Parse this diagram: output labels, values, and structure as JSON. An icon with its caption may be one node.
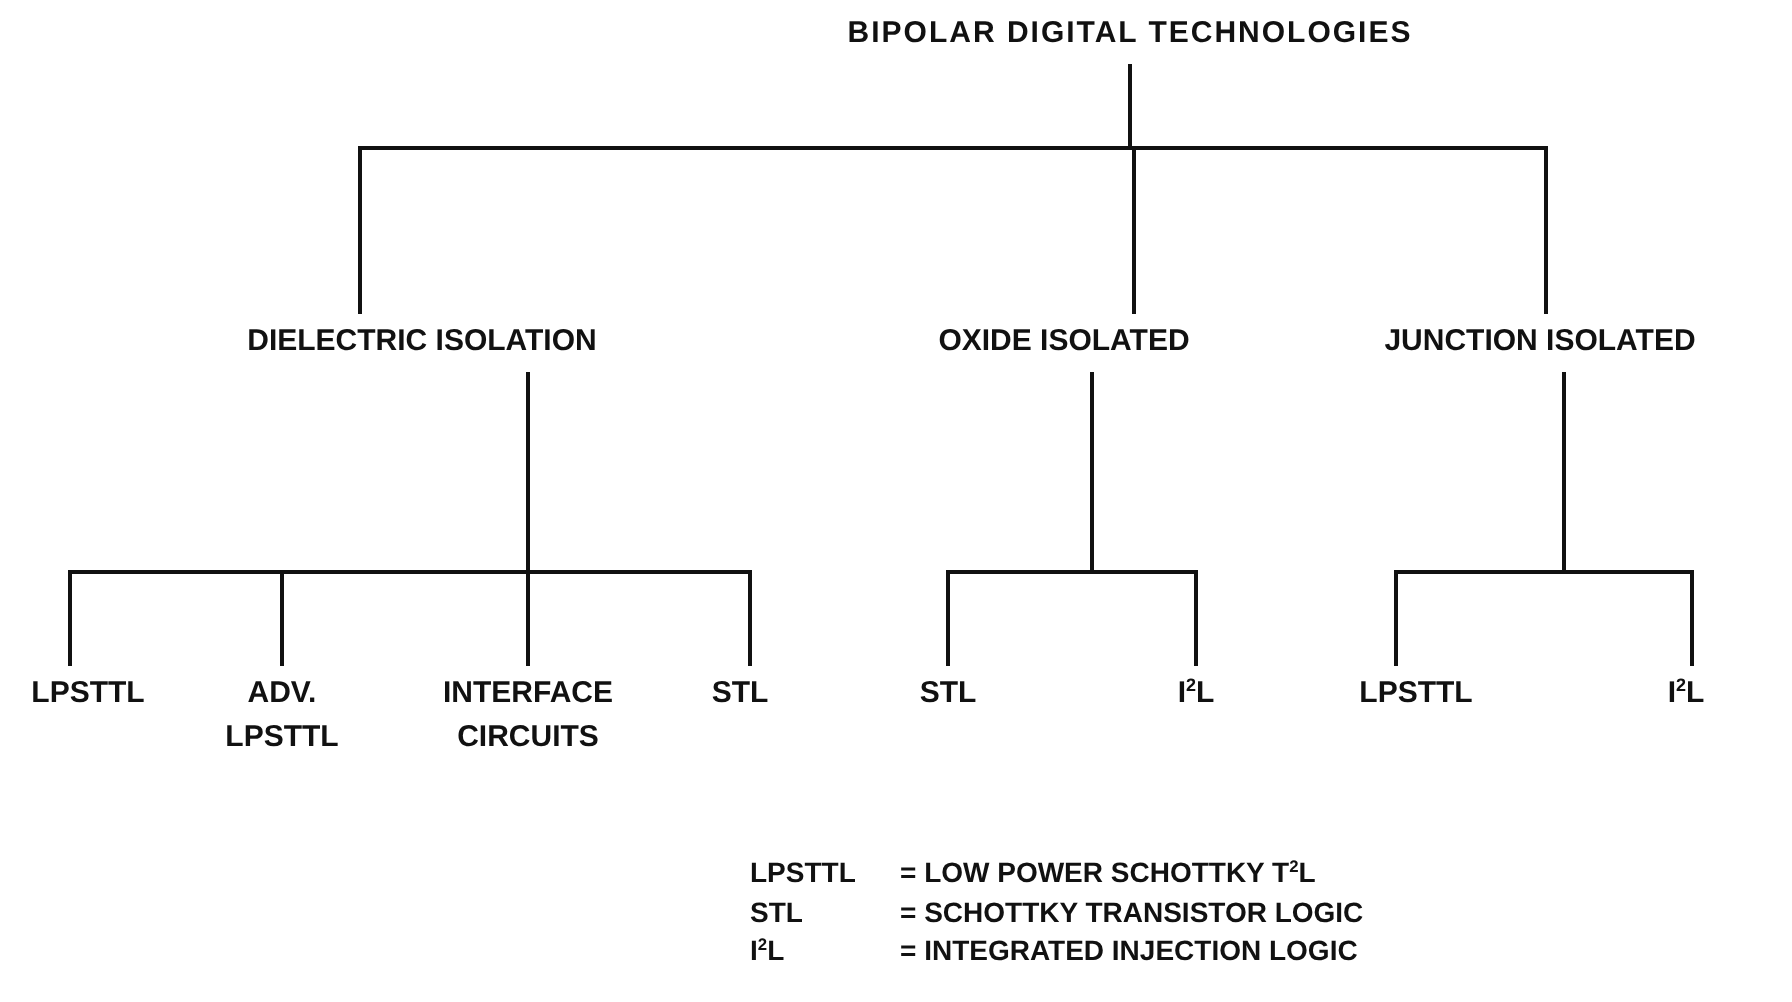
{
  "diagram": {
    "nodes": [
      {
        "text": [
          "BIPOLAR DIGITAL TECHNOLOGIES"
        ]
      },
      {
        "text": [
          "DIELECTRIC ISOLATION"
        ]
      },
      {
        "text": [
          "OXIDE ISOLATED"
        ]
      },
      {
        "text": [
          "JUNCTION ISOLATED"
        ]
      },
      {
        "text": [
          "LPSTTL"
        ]
      },
      {
        "text": [
          "ADV. LPSTTL"
        ]
      },
      {
        "text": [
          "INTERFACE CIRCUITS"
        ]
      },
      {
        "text": [
          "STL"
        ]
      },
      {
        "text": [
          "STL"
        ]
      },
      {
        "text": [
          "I$^{2}$L"
        ]
      },
      {
        "text": [
          "LPSTTL"
        ]
      },
      {
        "text": [
          "I$^{2}$L"
        ]
      }
    ],
    "edges": [
      {
        "from": 0,
        "to": 1,
        "arrow": "none"
      },
      {
        "from": 0,
        "to": 2,
        "arrow": "none"
      },
      {
        "from": 0,
        "to": 3,
        "arrow": "none"
      },
      {
        "from": 1,
        "to": 4,
        "arrow": "none"
      },
      {
        "from": 1,
        "to": 5,
        "arrow": "none"
      },
      {
        "from": 1,
        "to": 6,
        "arrow": "none"
      },
      {
        "from": 1,
        "to": 7,
        "arrow": "none"
      },
      {
        "from": 2,
        "to": 8,
        "arrow": "none"
      },
      {
        "from": 2,
        "to": 9,
        "arrow": "none"
      },
      {
        "from": 3,
        "to": 10,
        "arrow": "none"
      },
      {
        "from": 3,
        "to": 11,
        "arrow": "none"
      }
    ],
    "labels": [
      "LPSTTL",
      "= LOW POWER SCHOTTKY T$^{2}$L",
      "STL",
      "= SCHOTTKY TRANSISTOR LOGIC",
      "I$^{2}$L",
      "= INTEGRATED INJECTION LOGIC"
    ]
  }
}
